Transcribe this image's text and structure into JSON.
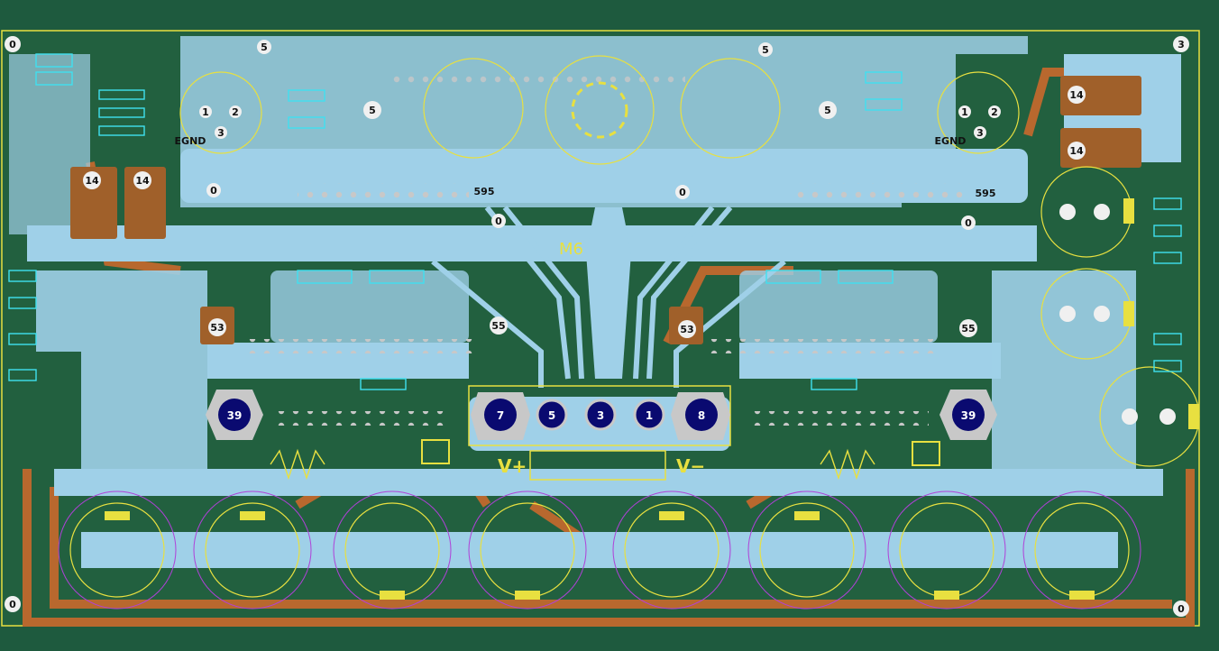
{
  "colors": {
    "board": "#1e5a3e",
    "copper_pour": "#9fd0e8",
    "trace_orange": "#b8682e",
    "silk_yellow": "#e8e040",
    "pad_cyan": "#40e0f0",
    "via_grey": "#c8c8c8",
    "drill_navy": "#0a0a70",
    "pad_brown": "#a0602a",
    "outline_magenta": "#b040d8"
  },
  "corner_labels": {
    "top_left": "0",
    "top_right": "3",
    "bottom_left": "0",
    "bottom_right": "0"
  },
  "net_labels": {
    "n5": "5",
    "n0": "0",
    "n14": "14",
    "n53": "53",
    "n55": "55",
    "n39": "39",
    "n595": "595",
    "egnd": "EGND",
    "pin1": "1",
    "pin2": "2",
    "pin3": "3"
  },
  "connector_pins": [
    "7",
    "5",
    "3",
    "1",
    "8"
  ],
  "rail_labels": {
    "v_plus": "V+",
    "v_minus": "V−"
  },
  "board_text": "M6",
  "icons": [
    "pcb-board",
    "via",
    "through-hole-pad",
    "electrolytic-capacitor",
    "mounting-hole"
  ]
}
